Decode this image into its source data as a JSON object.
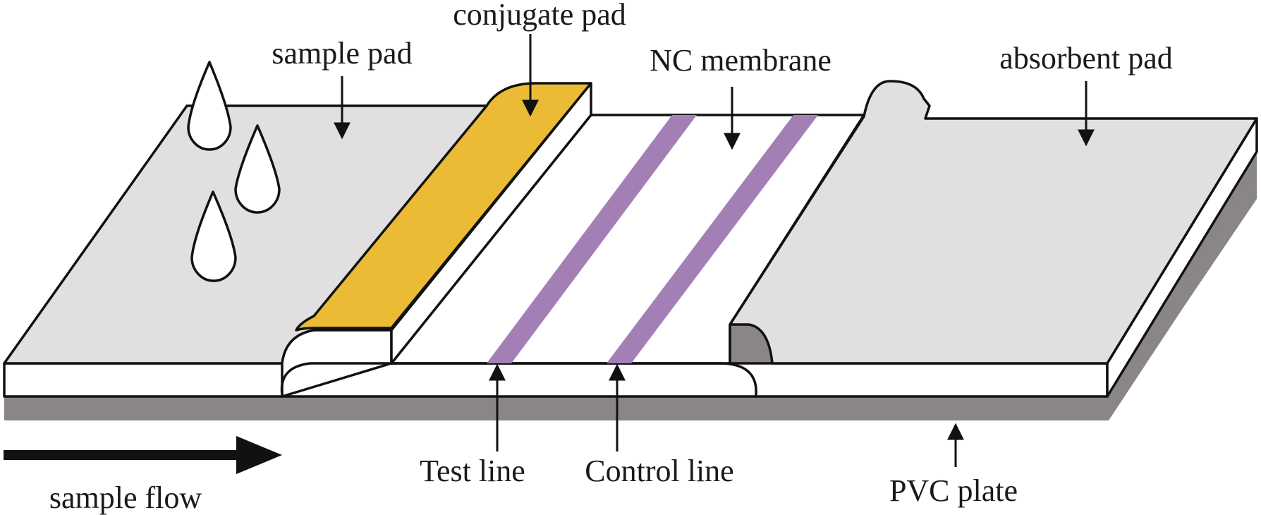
{
  "labels": {
    "sample_pad": "sample pad",
    "conjugate_pad": "conjugate pad",
    "nc_membrane": "NC membrane",
    "absorbent_pad": "absorbent pad",
    "test_line": "Test line",
    "control_line": "Control line",
    "pvc_plate": "PVC plate",
    "sample_flow": "sample flow"
  },
  "colors": {
    "pad_gray": "#e1dfe0",
    "conjugate_yellow": "#ebbb35",
    "line_purple": "#a47fb6",
    "base_shadow": "#8a8586",
    "outline": "#111111",
    "background": "#ffffff"
  },
  "icons": {
    "droplet": "droplet-icon",
    "flow_arrow": "arrow-right-icon"
  }
}
